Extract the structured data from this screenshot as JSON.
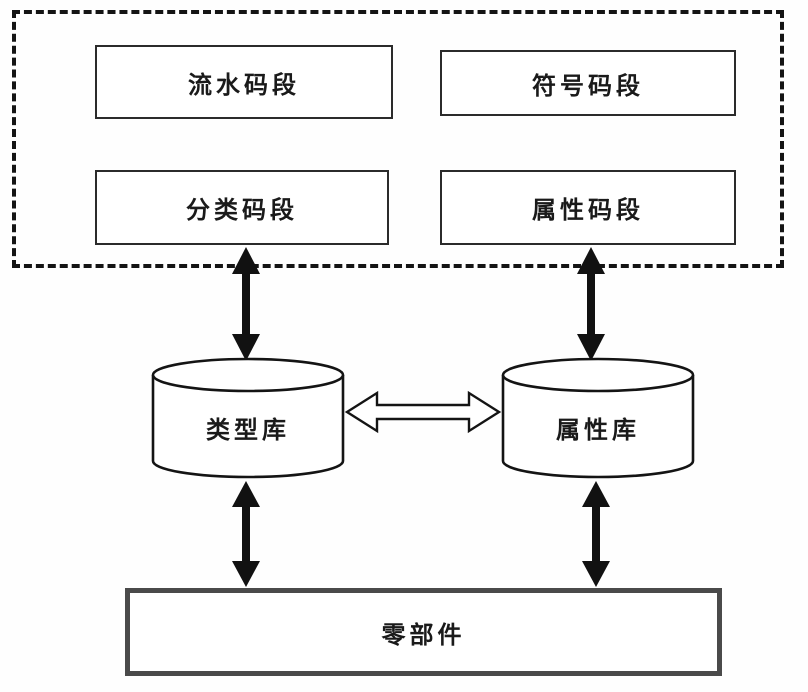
{
  "diagram": {
    "title": "coding-segments-and-libraries-diagram",
    "code_segments": {
      "serial": "流水码段",
      "symbol": "符号码段",
      "classification": "分类码段",
      "attribute": "属性码段"
    },
    "databases": {
      "type_library": "类型库",
      "attribute_library": "属性库"
    },
    "bottom": {
      "parts": "零部件"
    },
    "colors": {
      "line": "#141414",
      "arrow_fill": "#111111",
      "box_fill": "#ffffff",
      "bottom_border": "#4a4a4a"
    }
  }
}
